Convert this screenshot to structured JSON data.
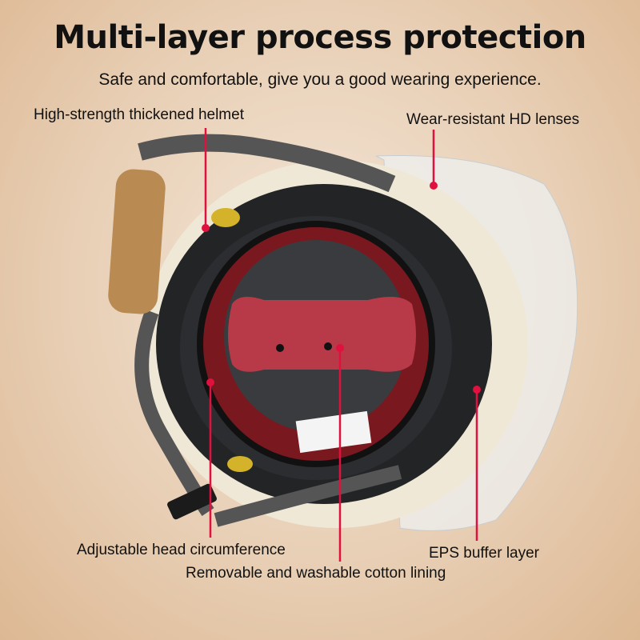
{
  "header": {
    "title": "Multi-layer process protection",
    "subtitle": "Safe and comfortable, give you a good wearing experience."
  },
  "callouts": [
    {
      "label": "High-strength thickened helmet"
    },
    {
      "label": "Wear-resistant HD lenses"
    },
    {
      "label": "Adjustable head circumference"
    },
    {
      "label": "Removable and washable cotton lining"
    },
    {
      "label": "EPS buffer layer"
    }
  ],
  "colors": {
    "accent": "#e0103f"
  }
}
